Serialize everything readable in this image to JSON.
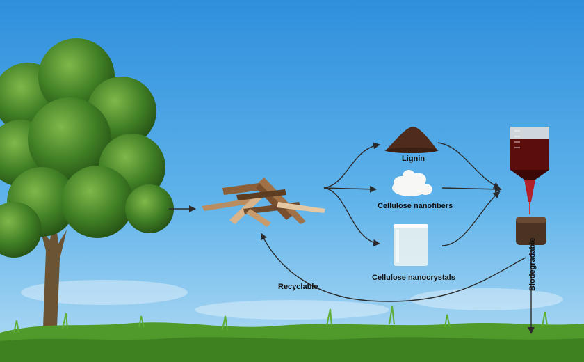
{
  "labels": {
    "lignin": "Lignin",
    "cellulose_nanofibers": "Cellulose nanofibers",
    "cellulose_nanocrystals": "Cellulose nanocrystals",
    "recyclable": "Recyclable",
    "biodegradable": "Biodegradable"
  },
  "colors": {
    "sky_top": "#2f8fdc",
    "sky_bottom": "#a9d6f2",
    "grass": "#4f9a2b",
    "foliage": "#3f7d24",
    "arrow": "#2b2b2b",
    "ink": "#5a0d0a"
  },
  "icons": [
    "tree-image",
    "wood-chips-image",
    "lignin-powder-image",
    "cellulose-nanofibers-image",
    "cellulose-nanocrystals-beaker-image",
    "ink-syringe-image",
    "printed-block-image"
  ]
}
